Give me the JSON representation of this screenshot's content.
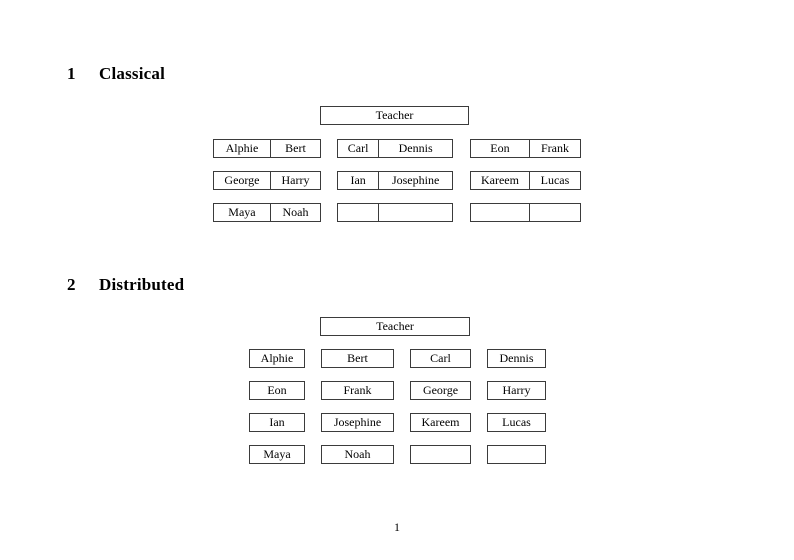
{
  "document": {
    "page_number": "1"
  },
  "sections": [
    {
      "number": "1",
      "title": "Classical",
      "layout": "grouped-pairs",
      "teacher_label": "Teacher",
      "groups": [
        {
          "rows": [
            {
              "left": "Alphie",
              "right": "Bert"
            },
            {
              "left": "George",
              "right": "Harry"
            },
            {
              "left": "Maya",
              "right": "Noah"
            }
          ]
        },
        {
          "rows": [
            {
              "left": "Carl",
              "right": "Dennis"
            },
            {
              "left": "Ian",
              "right": "Josephine"
            },
            {
              "left": "",
              "right": ""
            }
          ]
        },
        {
          "rows": [
            {
              "left": "Eon",
              "right": "Frank"
            },
            {
              "left": "Kareem",
              "right": "Lucas"
            },
            {
              "left": "",
              "right": ""
            }
          ]
        }
      ]
    },
    {
      "number": "2",
      "title": "Distributed",
      "layout": "single-boxes-grid",
      "teacher_label": "Teacher",
      "rows": [
        [
          "Alphie",
          "Bert",
          "Carl",
          "Dennis"
        ],
        [
          "Eon",
          "Frank",
          "George",
          "Harry"
        ],
        [
          "Ian",
          "Josephine",
          "Kareem",
          "Lucas"
        ],
        [
          "Maya",
          "Noah",
          "",
          ""
        ]
      ]
    }
  ],
  "colors": {
    "page_background": "#ffffff",
    "text": "#000000",
    "box_border": "#3b3b3b"
  }
}
